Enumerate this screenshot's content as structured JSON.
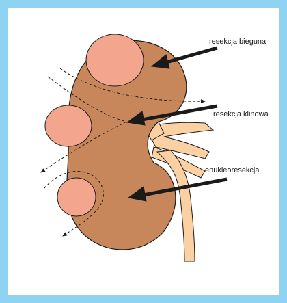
{
  "labels": {
    "pole": "resekcja bieguna",
    "wedge": "resekcja klinowa",
    "enucleation": "enukleoresekcja"
  },
  "colors": {
    "background": "#8ed3f2",
    "panel": "#ffffff",
    "kidney": "#c8875a",
    "tumor": "#f3a58d",
    "vessels": "#fbd0a3",
    "outline": "#1a1a1a"
  }
}
